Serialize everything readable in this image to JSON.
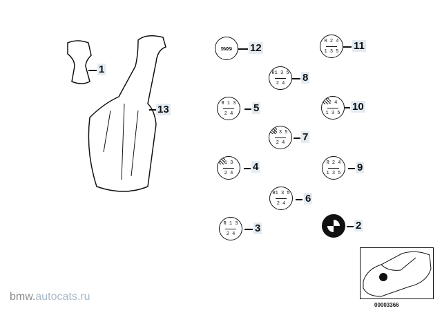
{
  "diagram_code": "00003366",
  "watermark": {
    "prefix": "bmw.",
    "domain": "autocats.ru"
  },
  "callouts": {
    "p1": "1",
    "p13": "13",
    "p12": "12",
    "p11": "11",
    "p8": "8",
    "p5": "5",
    "p10": "10",
    "p7": "7",
    "p4": "4",
    "p9": "9",
    "p6": "6",
    "p3": "3",
    "p2": "2"
  },
  "knobs": {
    "k11": {
      "top": "R 2 4",
      "bottom": "1 3 5"
    },
    "k8": {
      "top": "R1 3 5",
      "bottom": "2 4"
    },
    "k5": {
      "top": "R 1 3",
      "bottom": "2 4"
    },
    "k10": {
      "top": "2 4",
      "bottom": "1 3 5"
    },
    "k7": {
      "top": "1 3 5",
      "bottom": "2 4"
    },
    "k4": {
      "top": "1 3",
      "bottom": "2 4"
    },
    "k9": {
      "top": "R 2 4",
      "bottom": "1 3 5"
    },
    "k6": {
      "top": "R1 3 5",
      "bottom": "2 4"
    },
    "k3": {
      "top": "R 1 3",
      "bottom": "2 4"
    }
  }
}
